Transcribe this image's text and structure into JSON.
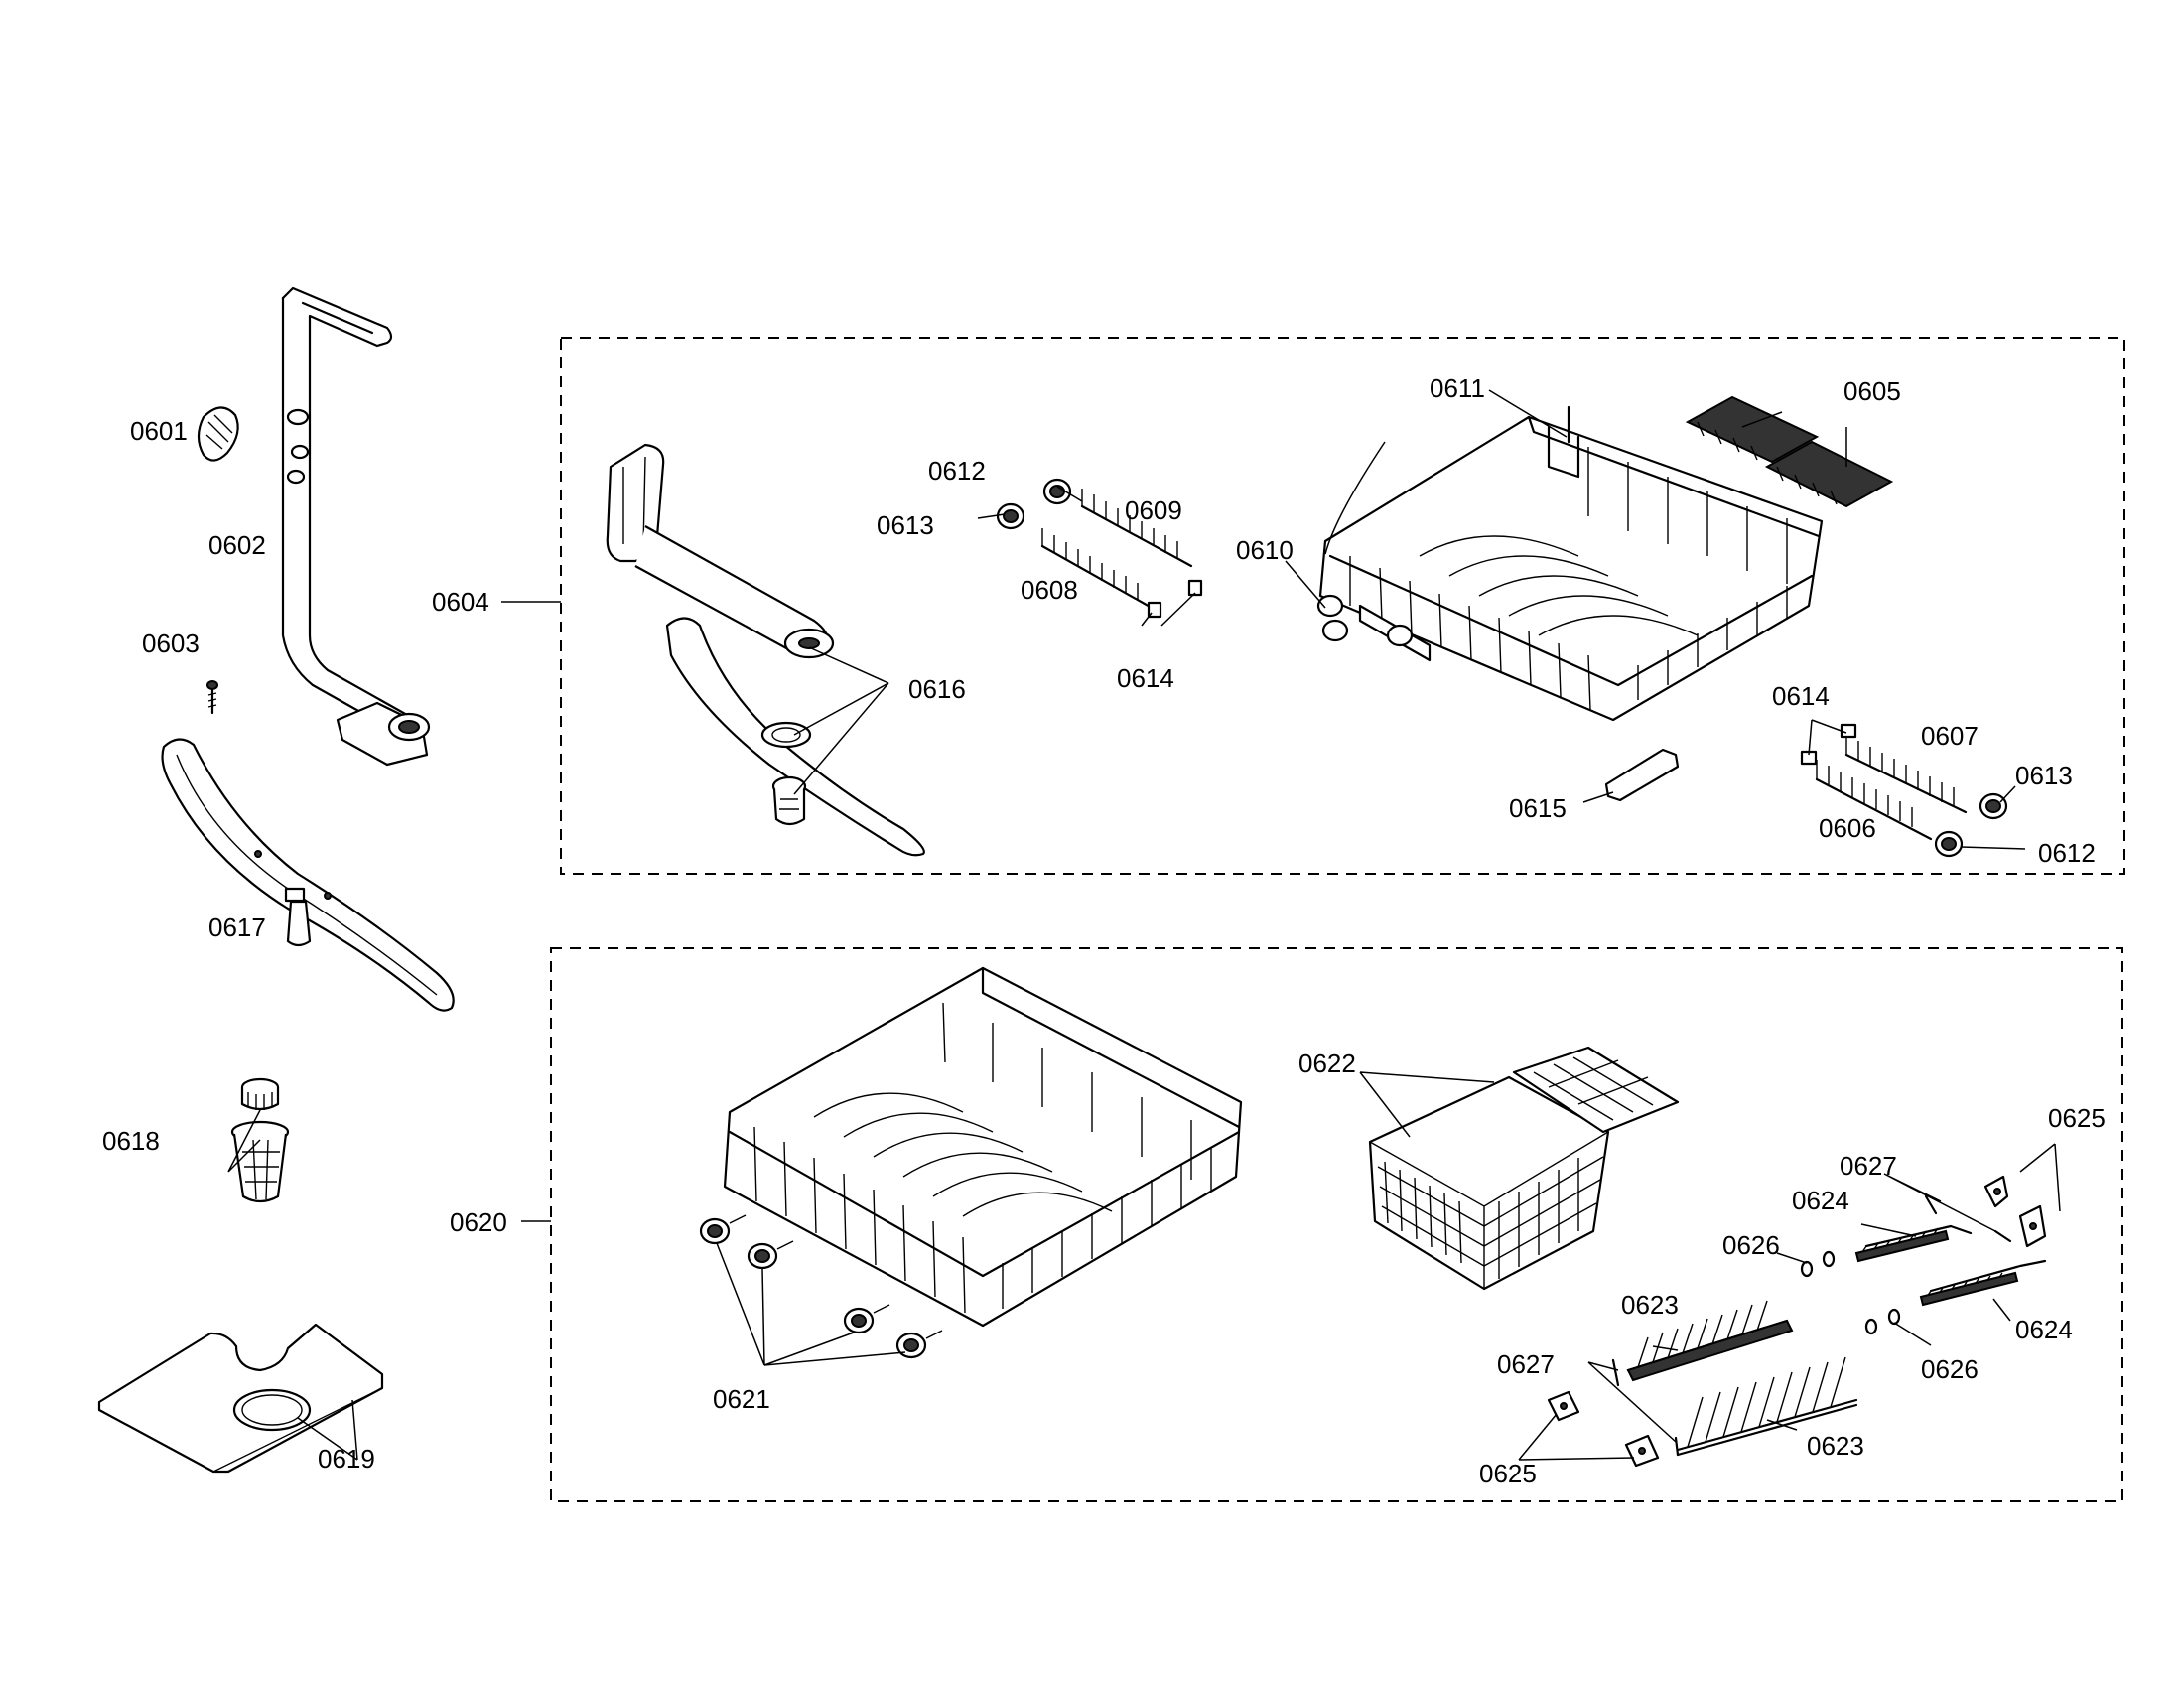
{
  "labels": {
    "p0601": "0601",
    "p0602": "0602",
    "p0603": "0603",
    "p0604": "0604",
    "p0605": "0605",
    "p0606": "0606",
    "p0607": "0607",
    "p0608": "0608",
    "p0609": "0609",
    "p0610": "0610",
    "p0611": "0611",
    "p0612a": "0612",
    "p0612b": "0612",
    "p0613a": "0613",
    "p0613b": "0613",
    "p0614a": "0614",
    "p0614b": "0614",
    "p0615": "0615",
    "p0616": "0616",
    "p0617": "0617",
    "p0618": "0618",
    "p0619": "0619",
    "p0620": "0620",
    "p0621": "0621",
    "p0622": "0622",
    "p0623a": "0623",
    "p0623b": "0623",
    "p0624a": "0624",
    "p0624b": "0624",
    "p0625a": "0625",
    "p0625b": "0625",
    "p0626a": "0626",
    "p0626b": "0626",
    "p0627a": "0627",
    "p0627b": "0627"
  }
}
